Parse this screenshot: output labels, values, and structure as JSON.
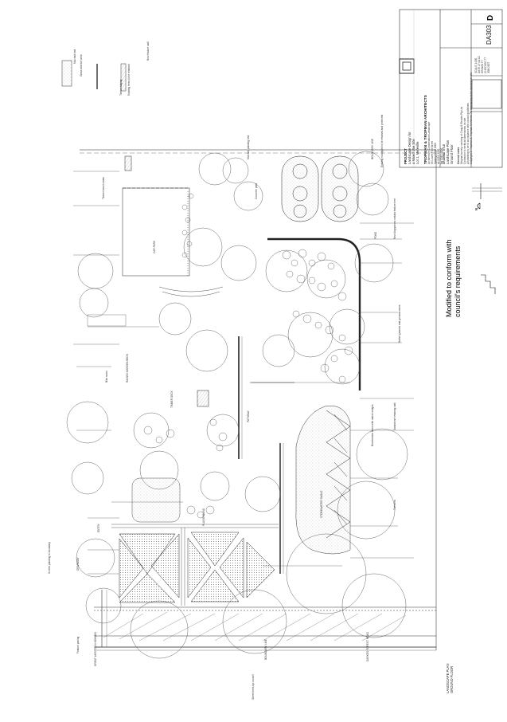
{
  "sheet": {
    "drawing_number": "DA303",
    "revision": "D",
    "project_label": "PROJECT",
    "project_lines": [
      "Landscape Design for",
      "a Mixed Use Site",
      "Lot 1, Mereville"
    ],
    "drawing_label": "DRAWING TITLE",
    "drawing_title_lines": [
      "Landscape Plan",
      "Ground Floor"
    ],
    "firm_name": "TROPMAN & TROPMAN ARCHITECTS",
    "firm_lines": [
      "Architecture Conservation Landscape",
      "55 Lower Fort Street",
      "Sydney NSW 2000",
      "tel 9251 3250",
      "fax 9241 4000"
    ],
    "scale_label": "SCALE",
    "scale_value": "1:200",
    "date_label": "DATE",
    "date_value": "27.04.10",
    "drawn_label": "DRAWN",
    "drawn_value": "TT",
    "checked_label": "CHECKED",
    "checked_value": "TT",
    "job_label": "JOB",
    "job_value": "2007",
    "copyright_note": "Copyright of Tropman & Tropman Architects. All dimensions to be checked on site.",
    "notes_title": "General notes",
    "general_notes": [
      "Original survey courtesy of Craig & Rhodes Pty Ltd",
      "Contractor to verify all dimensions on site",
      "All planting to be in accordance with council guidelines"
    ]
  },
  "annotation": {
    "line1": "Modified to conform with",
    "line2": "council's requirements"
  },
  "legend": {
    "items": [
      {
        "label": "Mulched bed"
      },
      {
        "label": "Grass and turf area"
      },
      {
        "label": "Timber edging"
      },
      {
        "label": "Existing trees to be retained"
      },
      {
        "label": "New feature wall"
      }
    ]
  },
  "plan_labels": {
    "boundary_top": "BOUNDARY LINE",
    "boundary_bottom": "BOUNDARY LINE",
    "road": "GREAT WESTERN HIGHWAY",
    "road_right": "DARKES FOREST ROAD",
    "driveway": "DRIVEWAY",
    "carpark": "CAR PARK",
    "entry": "ENTRY",
    "playground": "PLAYGROUND",
    "deck": "TIMBER DECK",
    "pond": "POND",
    "garden_beds": "RAISED GARDEN BEDS",
    "stormwater": "STORMWATER SWALE",
    "pathway": "PATHWAY"
  },
  "plan_notes": [
    "Existing eucalypts to be retained and protected",
    "New Angophora costata feature tree",
    "Native grasses and groundcovers",
    "Sandstone retaining wall",
    "Turf area",
    "Mulched planting bed",
    "Concrete path",
    "Timber bench seats",
    "Bioretention basin with native sedges",
    "Bike racks",
    "Screen planting to boundary",
    "Feature paving",
    "Street trees by council"
  ],
  "bottom_left": {
    "line1": "LANDSCAPE PLAN",
    "line2": "GROUND FLOOR"
  },
  "north": {
    "label": "N"
  },
  "colors": {
    "line": "#1a1a1a",
    "light": "#9a9a9a",
    "faint": "#cfcfcf",
    "hatch": "#555555"
  }
}
